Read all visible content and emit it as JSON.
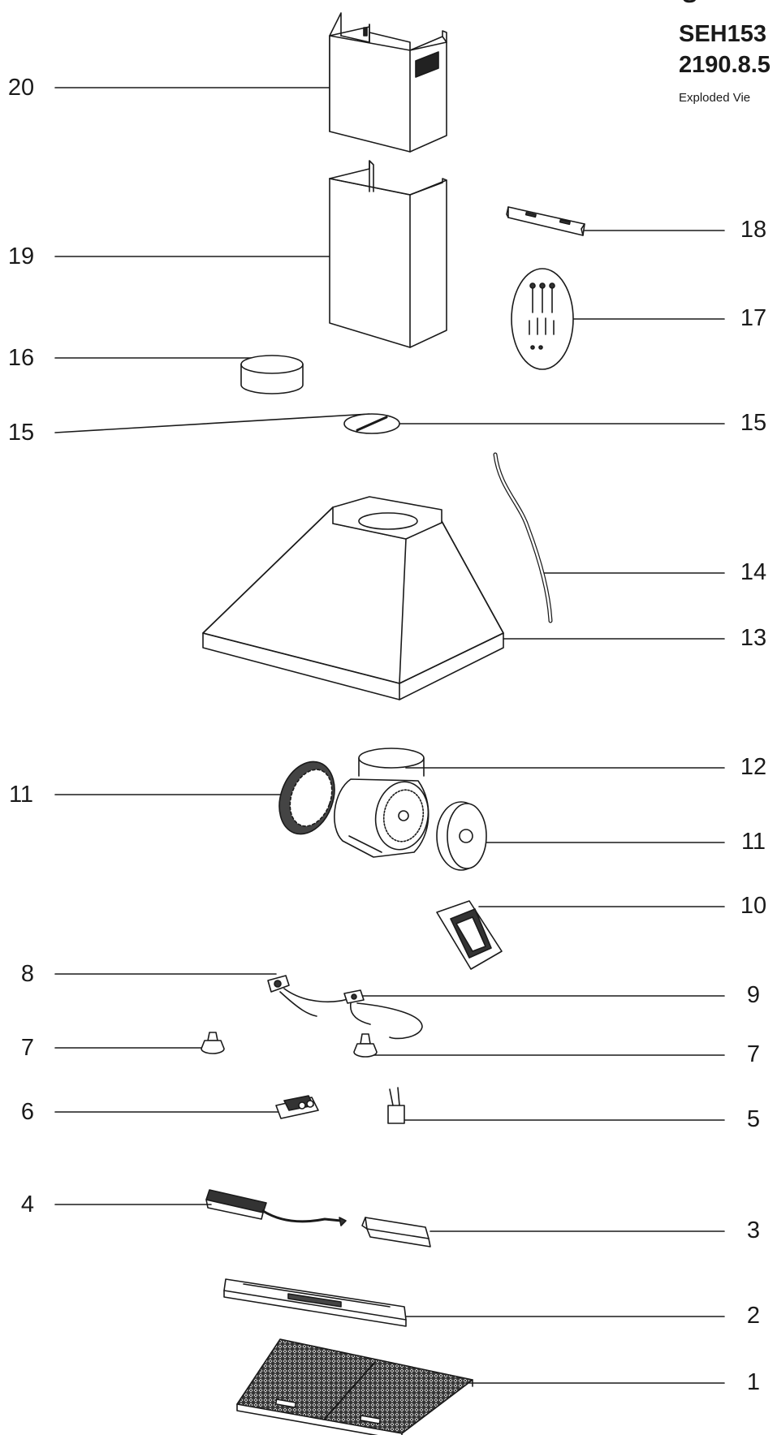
{
  "header": {
    "top_line": "S",
    "model": "SEH153",
    "code": "2190.8.5",
    "subtitle": "Exploded Vie"
  },
  "callouts": {
    "n1": "1",
    "n2": "2",
    "n3": "3",
    "n4": "4",
    "n5": "5",
    "n6": "6",
    "n7a": "7",
    "n7b": "7",
    "n8": "8",
    "n9": "9",
    "n10": "10",
    "n11a": "11",
    "n11b": "11",
    "n12": "12",
    "n13": "13",
    "n14": "14",
    "n15a": "15",
    "n15b": "15",
    "n16": "16",
    "n17": "17",
    "n18": "18",
    "n19": "19",
    "n20": "20"
  },
  "colors": {
    "line": "#1a1a1a",
    "fill": "#ffffff",
    "shade": "#555555"
  }
}
